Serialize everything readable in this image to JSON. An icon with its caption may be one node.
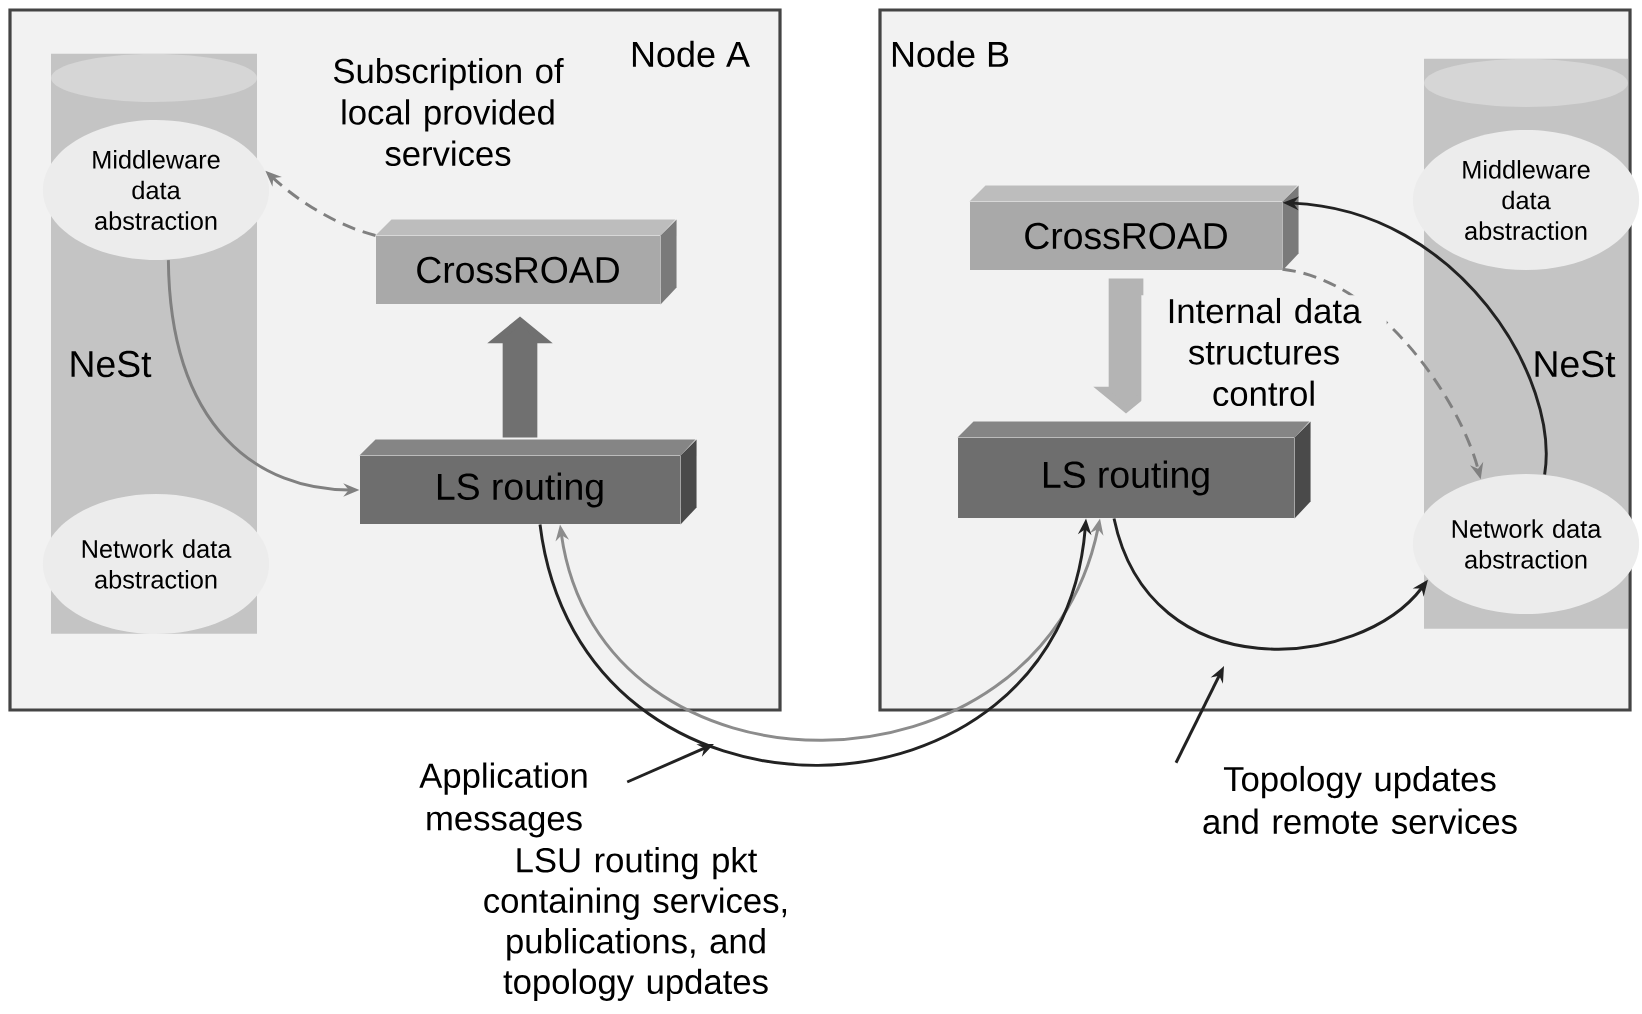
{
  "diagram": {
    "nodes": [
      {
        "text": [
          "Node A"
        ]
      },
      {
        "text": [
          "NeSt"
        ],
        "in": 0
      },
      {
        "text": [
          "Middleware data abstraction"
        ],
        "in": 1
      },
      {
        "text": [
          "Network data abstraction"
        ],
        "in": 1
      },
      {
        "text": [
          "CrossROAD"
        ],
        "in": 0
      },
      {
        "text": [
          "LS routing"
        ],
        "in": 0
      },
      {
        "text": [
          "Node B"
        ]
      },
      {
        "text": [
          "CrossROAD"
        ],
        "in": 6
      },
      {
        "text": [
          "LS routing"
        ],
        "in": 6
      },
      {
        "text": [
          "NeSt"
        ],
        "in": 6
      },
      {
        "text": [
          "Middleware data abstraction"
        ],
        "in": 9
      },
      {
        "text": [
          "Network data abstraction"
        ],
        "in": 9
      },
      {
        "text": [
          "Application messages"
        ]
      },
      {
        "text": [
          "Topology updates and remote services"
        ]
      }
    ],
    "edges": [
      {
        "from": 4,
        "to": 2,
        "arrow": "to",
        "label": "Subscription of local provided services",
        "style": "dashed",
        "color": "#808080"
      },
      {
        "from": 2,
        "to": 5,
        "arrow": "to",
        "color": "#808080"
      },
      {
        "from": 5,
        "to": 4,
        "arrow": "to",
        "style": "thick",
        "color": "#707070"
      },
      {
        "from": 7,
        "to": 8,
        "arrow": "to",
        "label": "Internal data structures control",
        "style": "thick",
        "color": "#b4b4b4"
      },
      {
        "from": 7,
        "to": 11,
        "arrow": "to",
        "style": "dashed",
        "color": "#808080"
      },
      {
        "from": 11,
        "to": 7,
        "arrow": "to"
      },
      {
        "from": 8,
        "to": 11,
        "arrow": "to"
      },
      {
        "from": 8,
        "to": 5,
        "arrow": "both",
        "color": "#8c8c8c"
      },
      {
        "from": 5,
        "to": 8,
        "arrow": "to"
      },
      {
        "from": 12,
        "to": null,
        "arrow": "to"
      },
      {
        "from": 13,
        "to": null,
        "arrow": "to"
      }
    ],
    "labels": [
      "LSU routing pkt containing services, publications, and topology updates"
    ]
  }
}
